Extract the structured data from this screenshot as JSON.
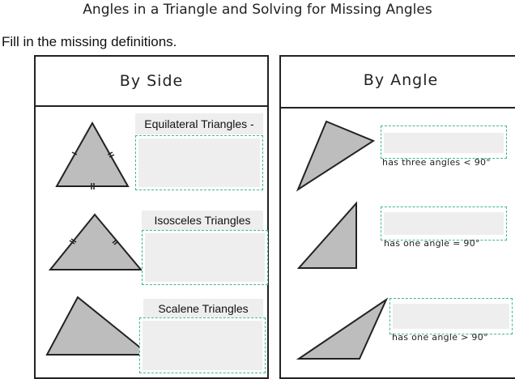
{
  "title": "Angles in a Triangle and Solving for Missing Angles",
  "instructions": "Fill in the missing definitions.",
  "by_side": {
    "header": "By Side",
    "items": [
      {
        "label": "Equilateral Triangles -"
      },
      {
        "label": "Isosceles Triangles"
      },
      {
        "label": "Scalene Triangles"
      }
    ]
  },
  "by_angle": {
    "header": "By Angle",
    "items": [
      {
        "caption": "has three angles < 90°"
      },
      {
        "caption": "has one angle = 90°"
      },
      {
        "caption": "has one angle > 90°"
      }
    ]
  },
  "colors": {
    "triangle_fill": "#bdbdbd",
    "dashed_border": "#3fb98a",
    "answer_fill": "#eeeeee"
  }
}
